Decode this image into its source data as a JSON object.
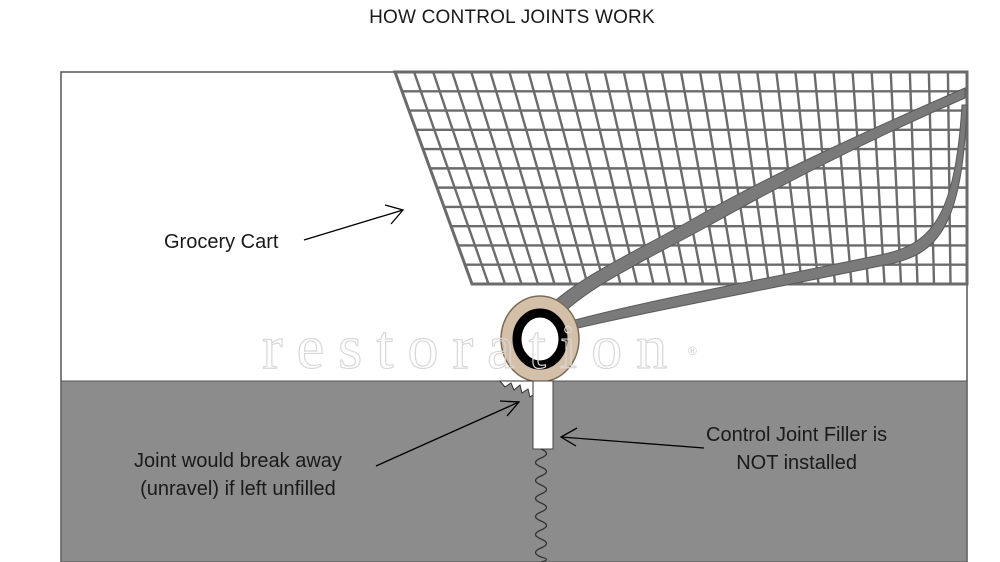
{
  "title": "HOW CONTROL JOINTS WORK",
  "labels": {
    "grocery_cart": "Grocery Cart",
    "joint_break_line1": "Joint would break away",
    "joint_break_line2": "(unravel) if left unfilled",
    "filler_line1": "Control Joint Filler is",
    "filler_line2": "NOT installed"
  },
  "watermark": {
    "text": "restoration",
    "registered": "®"
  },
  "colors": {
    "concrete": "#8c8c8c",
    "cart_mesh": "#6b6b6b",
    "wheel_outer": "#d4bfa8",
    "wheel_inner": "#000000",
    "sky": "#ffffff"
  }
}
